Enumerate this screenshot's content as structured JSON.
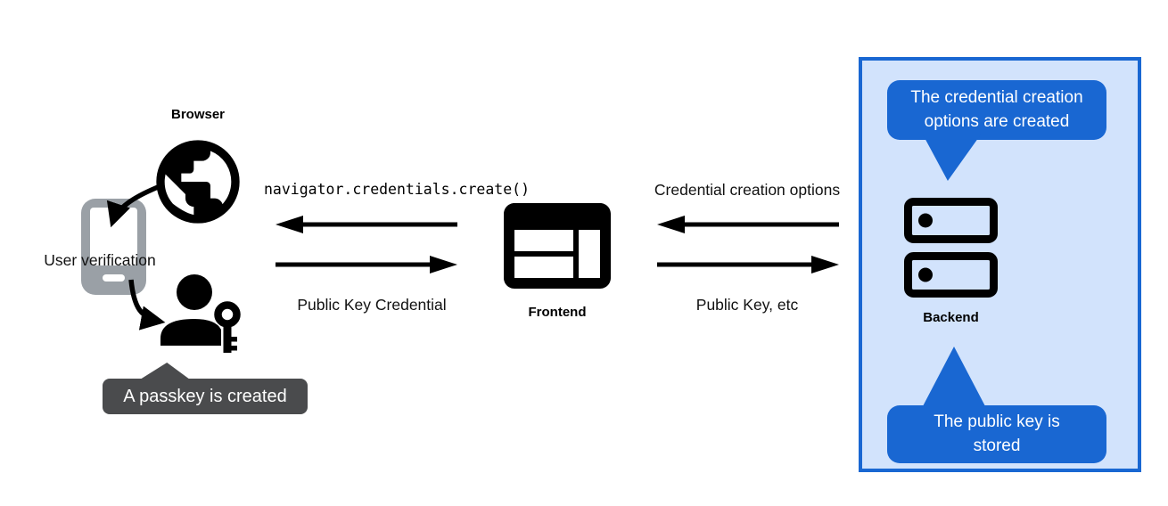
{
  "colors": {
    "accent_blue": "#1967D2",
    "panel_light_blue": "#D2E3FC",
    "tooltip_dark_gray": "#4A4B4D",
    "phone_gray": "#9AA0A6",
    "icon_black": "#000000",
    "tooltip_text": "#FFFFFF"
  },
  "icons": {
    "globe": "globe-icon",
    "phone": "phone-icon",
    "person_key": "person-key-icon",
    "frontend_window": "browser-window-icon",
    "backend_servers": "server-stack-icon",
    "arrows": [
      "arrow-left-icon",
      "arrow-right-icon",
      "curved-arrow-icon"
    ]
  },
  "left": {
    "browser_label": "Browser",
    "user_verification_label": "User verification",
    "passkey_tooltip": "A passkey is created"
  },
  "frontend_exchange": {
    "top_label": "navigator.credentials.create()",
    "bottom_label": "Public Key Credential"
  },
  "frontend": {
    "label": "Frontend"
  },
  "backend_exchange": {
    "top_label": "Credential creation options",
    "bottom_label": "Public Key, etc"
  },
  "backend": {
    "label": "Backend",
    "top_tooltip": "The credential creation options are created",
    "bottom_tooltip": "The public key is stored"
  }
}
